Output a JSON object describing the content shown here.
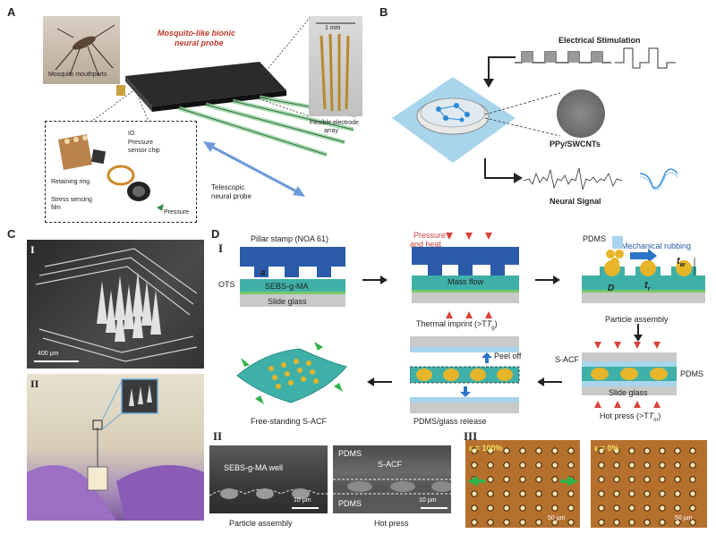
{
  "panels": {
    "A": {
      "label": "A",
      "title_line1": "Mosquito-like bionic",
      "title_line2": "neural probe",
      "mosquito_caption": "Mosquito mouthparts",
      "scale": "1 mm",
      "flex_line1": "Flexible electrode",
      "flex_line2": "array",
      "inset_labels": [
        "IO",
        "Pressure",
        "sensor chip",
        "Retaining ring",
        "Stress sensing",
        "film",
        "Pressure"
      ],
      "telescopic_line1": "Telescopic",
      "telescopic_line2": "neural probe"
    },
    "B": {
      "label": "B",
      "stim": "Electrical Stimulation",
      "material": "PPy/SWCNTs",
      "signal": "Neural Signal"
    },
    "C": {
      "label": "C",
      "sub1": "I",
      "sub2": "II",
      "scale": "400 µm"
    },
    "D": {
      "label": "D",
      "roman1": "I",
      "roman2": "II",
      "roman3": "III",
      "pillar_stamp": "Pillar stamp (NOA 61)",
      "a_label": "a",
      "ots": "OTS",
      "sebs": "SEBS-g-MA",
      "slide_glass": "Slide glass",
      "pressure_line1": "Pressure",
      "pressure_line2": "and heat",
      "mass_flow": "Mass flow",
      "thermal_imprint": "Thermal imprint (>T",
      "thermal_sub": "g",
      "pdms": "PDMS",
      "mech_rubbing": "Mechanical rubbing",
      "tw": "t",
      "tw_sub": "w",
      "tr": "t",
      "tr_sub": "r",
      "D_label": "D",
      "particle_assembly": "Particle assembly",
      "peel_off": "Peel off",
      "s_acf": "S-ACF",
      "pdms_right": "PDMS",
      "slide_glass2": "Slide glass",
      "free_standing": "Free-standing S-ACF",
      "release": "PDMS/glass release",
      "hot_press": "Hot press (>T",
      "hot_sub": "m",
      "sem1_label": "SEBS-g-MA well",
      "sem1_scale": "10 µm",
      "sem1_caption": "Particle assembly",
      "sem2_pdms_top": "PDMS",
      "sem2_sacf": "S-ACF",
      "sem2_pdms_bottom": "PDMS",
      "sem2_scale": "10 µm",
      "sem2_caption": "Hot press",
      "strain1": "ε = 100%",
      "strain2": "ε = 0%",
      "opt_scale1": "50 µm",
      "opt_scale2": "50 µm"
    }
  },
  "colors": {
    "stamp_blue": "#2a5aa8",
    "teal": "#3fb0a8",
    "glass": "#c9c9c9",
    "gold": "#e6b52a",
    "red_arrow": "#d8433a",
    "green_arrow": "#33b24a",
    "pressure_text": "#c9473d",
    "title_red": "#c0392b"
  }
}
